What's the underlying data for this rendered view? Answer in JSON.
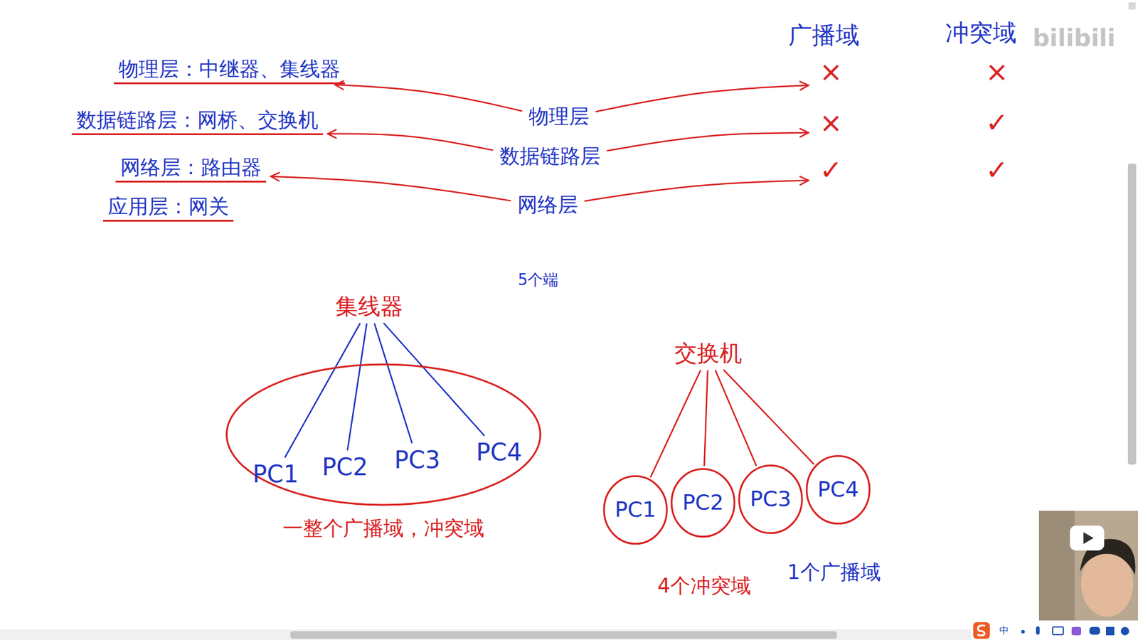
{
  "diagram": {
    "nodes": [
      {
        "text": [
          "物理层：中继器、集线器"
        ]
      },
      {
        "text": [
          "数据链路层：网桥、交换机"
        ]
      },
      {
        "text": [
          "网络层：路由器"
        ]
      },
      {
        "text": [
          "应用层：网关"
        ]
      },
      {
        "text": [
          "物理层"
        ]
      },
      {
        "text": [
          "数据链路层"
        ]
      },
      {
        "text": [
          "网络层"
        ]
      },
      {
        "text": [
          "×",
          "×"
        ]
      },
      {
        "text": [
          "×",
          "✓"
        ]
      },
      {
        "text": [
          "✓",
          "✓"
        ]
      },
      {
        "text": [
          "集线器"
        ]
      },
      {
        "text": [
          "一整个广播域，冲突域"
        ]
      },
      {
        "text": [
          "PC1"
        ],
        "in": 11
      },
      {
        "text": [
          "PC2"
        ],
        "in": 11
      },
      {
        "text": [
          "PC3"
        ],
        "in": 11
      },
      {
        "text": [
          "PC4"
        ],
        "in": 11
      },
      {
        "text": [
          "交换机"
        ]
      },
      {
        "text": [
          "PC1"
        ]
      },
      {
        "text": [
          "PC2"
        ]
      },
      {
        "text": [
          "PC3"
        ]
      },
      {
        "text": [
          "PC4"
        ]
      }
    ],
    "edges": [
      {
        "from": 4,
        "to": 0,
        "arrow": "to"
      },
      {
        "from": 5,
        "to": 1,
        "arrow": "to"
      },
      {
        "from": 6,
        "to": 2,
        "arrow": "to"
      },
      {
        "from": 4,
        "to": 7,
        "arrow": "to"
      },
      {
        "from": 5,
        "to": 8,
        "arrow": "to"
      },
      {
        "from": 6,
        "to": 9,
        "arrow": "to"
      },
      {
        "from": 10,
        "to": 12,
        "arrow": "none"
      },
      {
        "from": 10,
        "to": 13,
        "arrow": "none"
      },
      {
        "from": 10,
        "to": 14,
        "arrow": "none"
      },
      {
        "from": 10,
        "to": 15,
        "arrow": "none"
      },
      {
        "from": 16,
        "to": 17,
        "arrow": "none"
      },
      {
        "from": 16,
        "to": 18,
        "arrow": "none"
      },
      {
        "from": 16,
        "to": 19,
        "arrow": "none"
      },
      {
        "from": 16,
        "to": 20,
        "arrow": "none"
      }
    ],
    "labels": [
      "广播域",
      "冲突域",
      "5个端",
      "4个冲突域",
      "1个广播域",
      "bilibili",
      "中"
    ]
  }
}
